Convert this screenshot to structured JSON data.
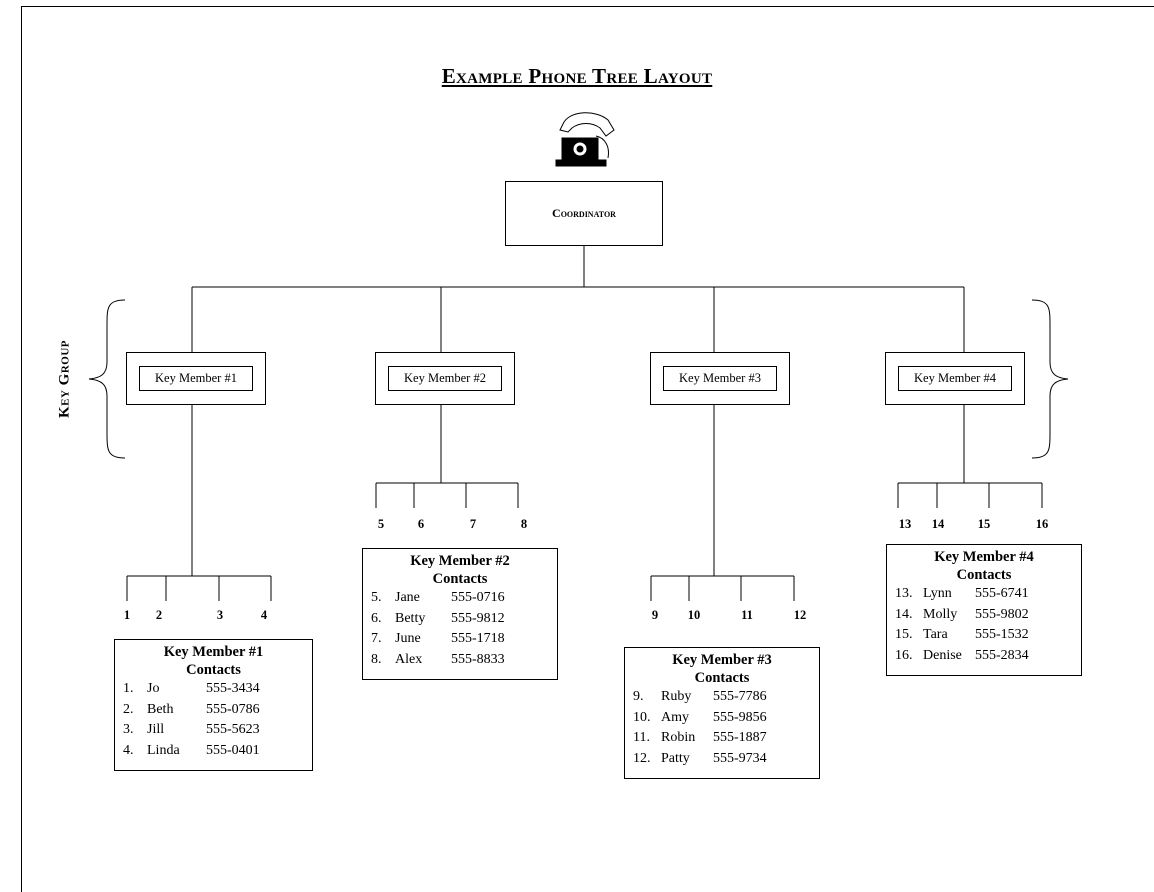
{
  "title": "Example Phone Tree Layout",
  "icons": {
    "phone": "telephone-icon"
  },
  "coordinator": "Coordinator",
  "key_group_label": "Key Group",
  "key_members": [
    {
      "label": "Key Member #1",
      "numbers": [
        "1",
        "2",
        "3",
        "4"
      ],
      "contacts_title_line1": "Key Member #1",
      "contacts_title_line2": "Contacts",
      "contacts": [
        {
          "num": "1.",
          "name": "Jo",
          "phone": "555-3434"
        },
        {
          "num": "2.",
          "name": "Beth",
          "phone": "555-0786"
        },
        {
          "num": "3.",
          "name": "Jill",
          "phone": "555-5623"
        },
        {
          "num": "4.",
          "name": "Linda",
          "phone": "555-0401"
        }
      ]
    },
    {
      "label": "Key Member #2",
      "numbers": [
        "5",
        "6",
        "7",
        "8"
      ],
      "contacts_title_line1": "Key Member #2",
      "contacts_title_line2": "Contacts",
      "contacts": [
        {
          "num": "5.",
          "name": "Jane",
          "phone": "555-0716"
        },
        {
          "num": "6.",
          "name": "Betty",
          "phone": "555-9812"
        },
        {
          "num": "7.",
          "name": "June",
          "phone": "555-1718"
        },
        {
          "num": "8.",
          "name": "Alex",
          "phone": "555-8833"
        }
      ]
    },
    {
      "label": "Key Member #3",
      "numbers": [
        "9",
        "10",
        "11",
        "12"
      ],
      "contacts_title_line1": "Key Member #3",
      "contacts_title_line2": "Contacts",
      "contacts": [
        {
          "num": "9.",
          "name": "Ruby",
          "phone": "555-7786"
        },
        {
          "num": "10.",
          "name": "Amy",
          "phone": "555-9856"
        },
        {
          "num": "11.",
          "name": "Robin",
          "phone": "555-1887"
        },
        {
          "num": "12.",
          "name": "Patty",
          "phone": "555-9734"
        }
      ]
    },
    {
      "label": "Key Member #4",
      "numbers": [
        "13",
        "14",
        "15",
        "16"
      ],
      "contacts_title_line1": "Key Member #4",
      "contacts_title_line2": "Contacts",
      "contacts": [
        {
          "num": "13.",
          "name": "Lynn",
          "phone": "555-6741"
        },
        {
          "num": "14.",
          "name": "Molly",
          "phone": "555-9802"
        },
        {
          "num": "15.",
          "name": "Tara",
          "phone": "555-1532"
        },
        {
          "num": "16.",
          "name": "Denise",
          "phone": "555-2834"
        }
      ]
    }
  ]
}
